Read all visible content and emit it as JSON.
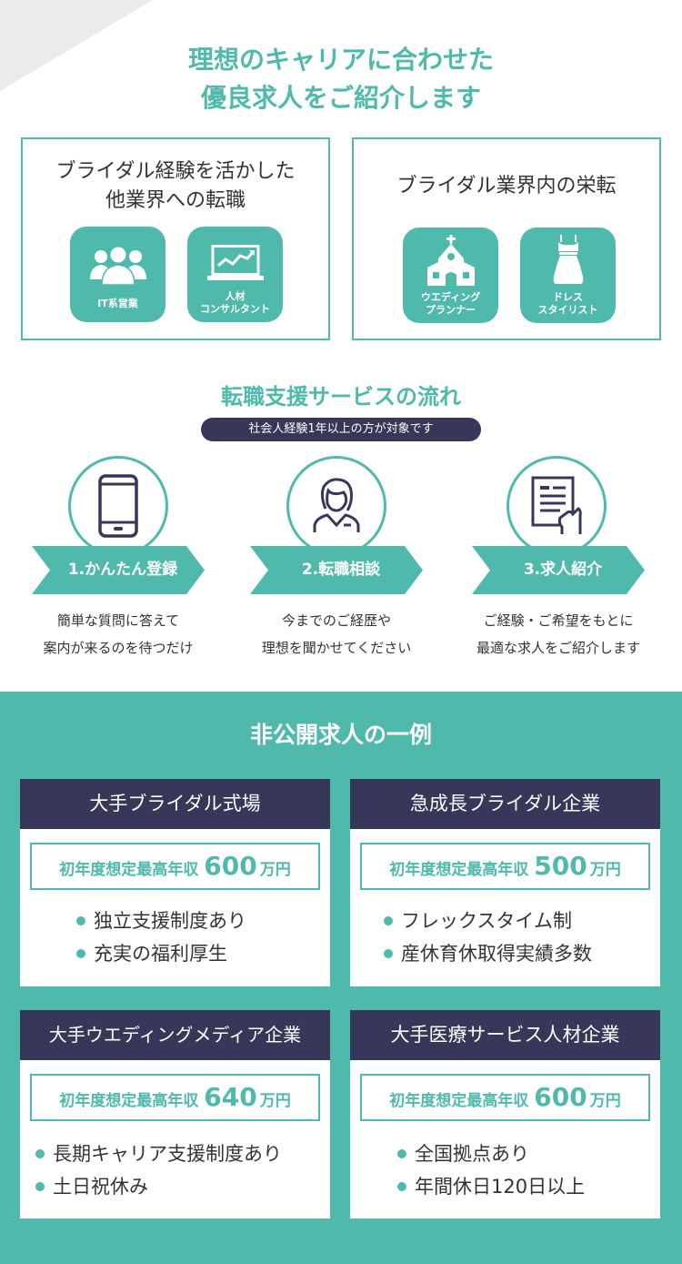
{
  "intro": {
    "headline_line1": "理想のキャリアに合わせた",
    "headline_line2": "優良求人をご紹介します"
  },
  "career_paths": [
    {
      "title_line1": "ブライダル経験を活かした",
      "title_line2": "他業界への転職",
      "tiles": [
        {
          "icon": "people-group-icon",
          "label_line1": "IT系営業",
          "label_line2": ""
        },
        {
          "icon": "laptop-chart-icon",
          "label_line1": "人材",
          "label_line2": "コンサルタント"
        }
      ]
    },
    {
      "title_line1": "ブライダル業界内の栄転",
      "title_line2": "",
      "tiles": [
        {
          "icon": "chapel-icon",
          "label_line1": "ウエディング",
          "label_line2": "プランナー"
        },
        {
          "icon": "wedding-dress-icon",
          "label_line1": "ドレス",
          "label_line2": "スタイリスト"
        }
      ]
    }
  ],
  "flow": {
    "title": "転職支援サービスの流れ",
    "eligibility": "社会人経験1年以上の方が対象です",
    "steps": [
      {
        "icon": "smartphone-icon",
        "label": "1.かんたん登録",
        "desc_line1": "簡単な質問に答えて",
        "desc_line2": "案内が来るのを待つだけ"
      },
      {
        "icon": "advisor-woman-icon",
        "label": "2.転職相談",
        "desc_line1": "今までのご経歴や",
        "desc_line2": "理想を聞かせてください"
      },
      {
        "icon": "document-hand-icon",
        "label": "3.求人紹介",
        "desc_line1": "ご経験・ご希望をもとに",
        "desc_line2": "最適な求人をご紹介します"
      }
    ]
  },
  "jobs": {
    "title": "非公開求人の一例",
    "salary_label": "初年度想定最高年収",
    "salary_unit": "万円",
    "cards": [
      {
        "company": "大手ブライダル式場",
        "salary": "600",
        "features": [
          "独立支援制度あり",
          "充実の福利厚生"
        ]
      },
      {
        "company": "急成長ブライダル企業",
        "salary": "500",
        "features": [
          "フレックスタイム制",
          "産休育休取得実績多数"
        ]
      },
      {
        "company": "大手ウエディングメディア企業",
        "salary": "640",
        "features": [
          "長期キャリア支援制度あり",
          "土日祝休み"
        ]
      },
      {
        "company": "大手医療サービス人材企業",
        "salary": "600",
        "features": [
          "全国拠点あり",
          "年間休日120日以上"
        ]
      }
    ]
  },
  "colors": {
    "teal": "#4fb9ab",
    "navy": "#363759",
    "text": "#333333",
    "corner_gray": "#ebebeb"
  }
}
